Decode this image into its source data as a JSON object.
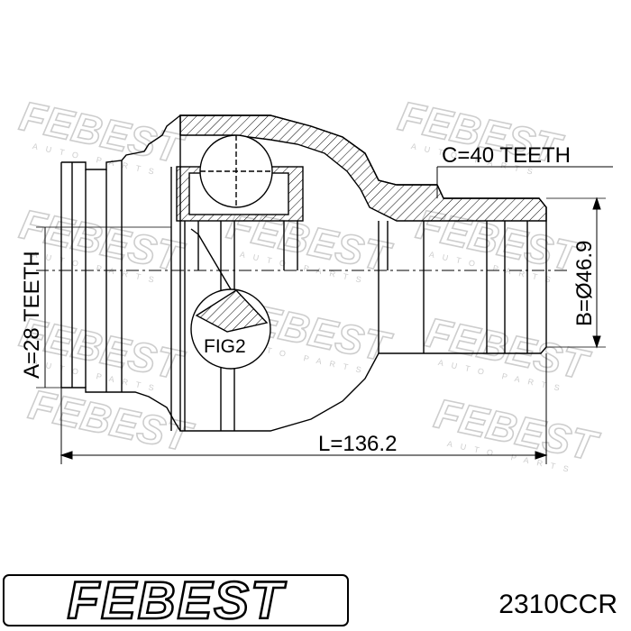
{
  "drawing": {
    "dimensions": {
      "length_label": "L=136.2",
      "spline_a_label": "A=28 TEETH",
      "spline_c_label": "C=40 TEETH",
      "diameter_b_label": "B=Ø46.9"
    },
    "detail_label": "FIG2"
  },
  "brand": {
    "logo_text": "FEBEST",
    "watermark_text": "FEBEST",
    "watermark_subtext": "AUTO PARTS"
  },
  "part_number": "2310CCR"
}
